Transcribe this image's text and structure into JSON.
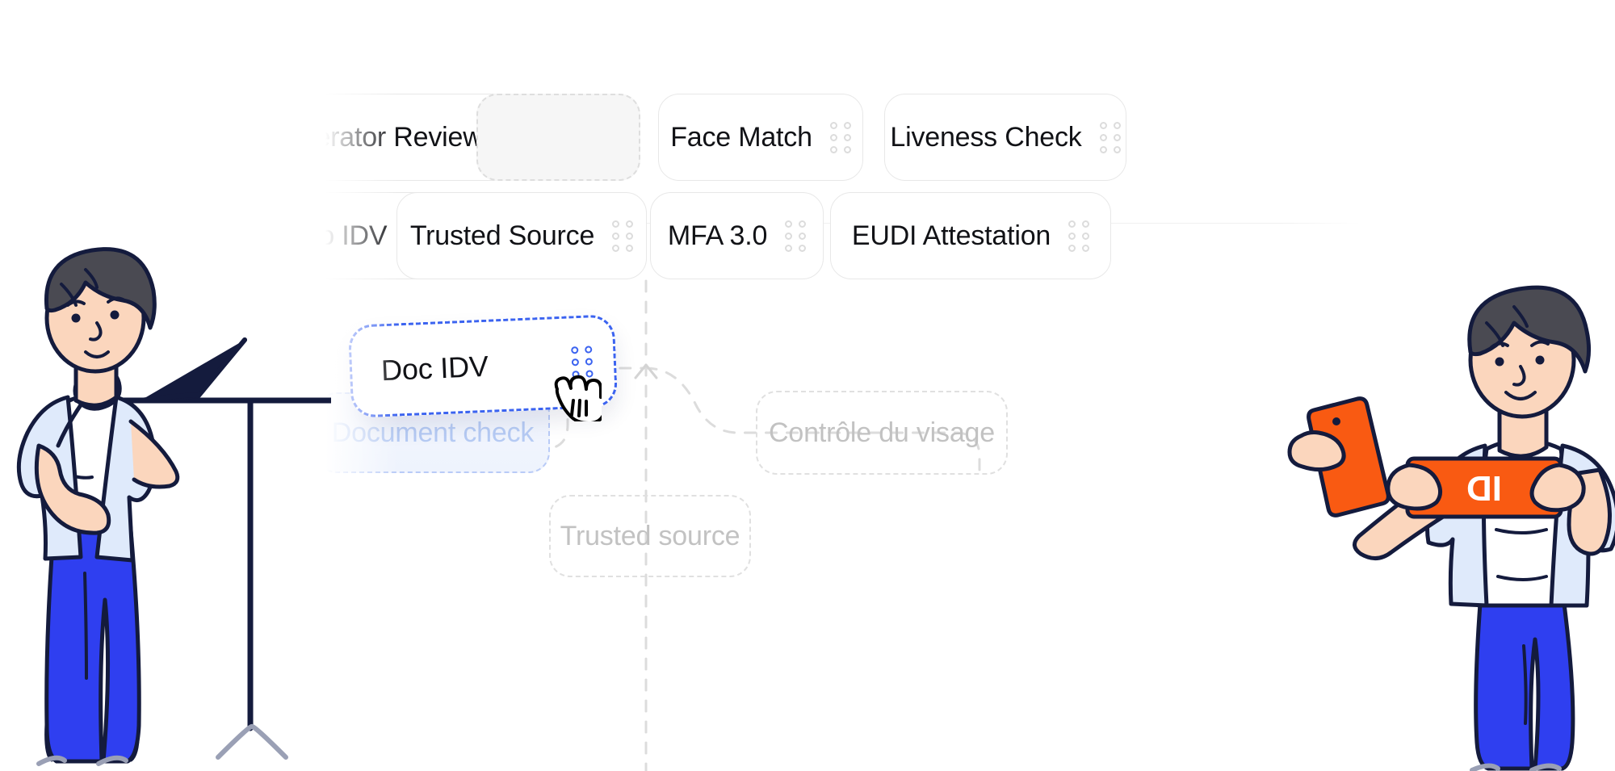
{
  "app": {
    "kind": "workflow-builder",
    "accent_color": "#3b63f0",
    "panel_bg": "#ffffff",
    "muted_text_color": "#c2c2c2",
    "dropzone_active_color": "#b9cbf7"
  },
  "palette": {
    "row1": [
      {
        "label": "Operator Review",
        "type": "chip",
        "truncated_left": true,
        "handle": true
      },
      {
        "label": "",
        "type": "empty-slot",
        "handle": false
      },
      {
        "label": "Face Match",
        "type": "chip",
        "handle": true
      },
      {
        "label": "Liveness Check",
        "type": "chip",
        "truncated_right": true,
        "handle": true
      }
    ],
    "row2": [
      {
        "label": "Video IDV",
        "type": "chip",
        "truncated_left": true,
        "handle": true
      },
      {
        "label": "Trusted Source",
        "type": "chip",
        "handle": true
      },
      {
        "label": "MFA 3.0",
        "type": "chip",
        "handle": true
      },
      {
        "label": "EUDI Attestation",
        "type": "chip",
        "truncated_right": true,
        "handle": true
      }
    ]
  },
  "dragging": {
    "label": "Doc IDV",
    "state": "grabbing",
    "cursor": "grabbing-hand",
    "border_color": "#3b63f0",
    "handle_color": "#3b63f0"
  },
  "flow": {
    "dropzones": [
      {
        "label": "Document check",
        "state": "active"
      },
      {
        "label": "Contrôle du visage",
        "state": "idle"
      },
      {
        "label": "Trusted source",
        "state": "idle"
      }
    ]
  },
  "illustrations": [
    {
      "name": "person-thinking-at-standing-desk",
      "side": "left",
      "props": [
        "laptop",
        "standing-desk"
      ]
    },
    {
      "name": "person-holding-phone-and-id-card",
      "side": "right",
      "props": [
        "smartphone",
        "id-card"
      ]
    }
  ],
  "icons": {
    "drag_handle": "six-dot-drag-handle",
    "cursor": "grabbing-hand-cursor",
    "arrow": "arrow-up"
  }
}
